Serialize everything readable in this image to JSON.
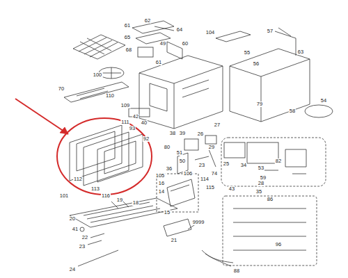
{
  "diagram": {
    "labels": [
      "61",
      "62",
      "64",
      "65",
      "68",
      "49",
      "60",
      "61",
      "56",
      "55",
      "104",
      "57",
      "63",
      "100",
      "70",
      "110",
      "109",
      "111",
      "93",
      "92",
      "42",
      "40",
      "27",
      "58",
      "54",
      "79",
      "26",
      "38",
      "39",
      "51",
      "50",
      "23",
      "29",
      "74",
      "25",
      "34",
      "53",
      "59",
      "82",
      "43",
      "28",
      "35",
      "80",
      "36",
      "105",
      "16",
      "14",
      "15",
      "106",
      "114",
      "115",
      "101",
      "112",
      "113",
      "116",
      "19",
      "18",
      "20",
      "41",
      "22",
      "23",
      "21",
      "24",
      "9999",
      "86",
      "96",
      "88"
    ]
  }
}
